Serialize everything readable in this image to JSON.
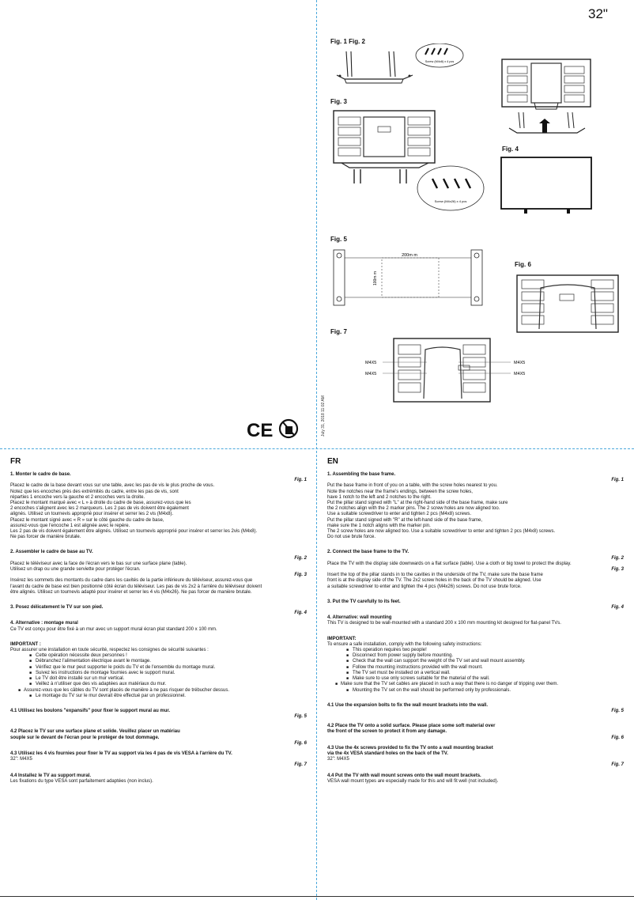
{
  "page_size": "32\"",
  "figures": {
    "fig1": "Fig. 1 Fig. 2",
    "fig3": "Fig. 3",
    "fig4": "Fig. 4",
    "fig5": "Fig. 5",
    "fig6": "Fig. 6",
    "fig7": "Fig. 7",
    "screw_m4x8": "Screw (M4x8) x 4 pcs",
    "screw_m4x26": "Screw (M4x26) x 4 pcs",
    "dim_200": "200m m",
    "dim_100": "100m m",
    "m4x5": "M4X5"
  },
  "date_stamp": "July 31, 2018 11:02 AM",
  "fr": {
    "heading": "FR",
    "s1_title": "1. Monter le cadre de base.",
    "fig1": "Fig. 1",
    "s1_lines": [
      "Placez le cadre de la base devant vous sur une table, avec les pas de vis le plus proche de vous.",
      "Notez que les encoches près des extrémités du cadre, entre les pas de vis, sont",
      "réparties 1 encoche vers la gauche et 2 encoches vers la droite.",
      "Placez le montant marqué avec « L » à droite du cadre de base, assurez-vous que les",
      "2 encoches s'alignent avec les 2 marqueurs. Les 2 pas de vis doivent être également",
      "alignés. Utilisez un tournevis approprié pour insérer et serrer les 2 vis (M4x8).",
      "Placez le montant signé avec « R » sur le côté gauche du cadre de base,",
      "assurez-vous que l'encoche 1 est alignée avec le repère.",
      "Les 2 pas de vis doivent également être alignés. Utilisez un tournevis approprié pour insérer et serrer les 2vis (M4x8).",
      "Ne pas forcer de manière brutale."
    ],
    "s2_title": "2. Assembler le cadre de base au TV.",
    "fig2": "Fig. 2",
    "s2_lines": [
      "Placez le téléviseur avec la face de l'écran vers le bas sur une surface plane (table).",
      "Utilisez un drap ou une grande serviette pour protéger l'écran."
    ],
    "fig3": "Fig. 3",
    "s2b_lines": [
      "Insérez les sommets des montants du cadre dans les cavités de la partie inférieure du téléviseur, assurez-vous que",
      "l'avant du cadre de base est bien positionné côté écran du téléviseur. Les pas de vis 2x2 à l'arrière du téléviseur doivent",
      "être alignés. Utilisez un tournevis adapté pour insérer et serrer les 4 vis (M4x26). Ne pas forcer de manière brutale."
    ],
    "s3_title": "3. Posez délicatement le TV sur son pied.",
    "fig4": "Fig. 4",
    "s4_title": "4. Alternative : montage mural",
    "s4_line": "Ce TV est conçu pour être fixé à un mur avec un support mural écran plat standard 200 x 100 mm.",
    "important": "IMPORTANT :",
    "safety_intro": "Pour assurer une installation en toute sécurité, respectez les consignes de sécurité suivantes :",
    "bullets": [
      "Cette opération nécessite deux personnes !",
      "Débranchez l'alimentation électrique avant le montage.",
      "Vérifiez que le mur peut supporter le poids du TV et de l'ensemble du montage mural.",
      "Suivez les instructions de montage fournies avec le support mural.",
      "Le TV doit être installé sur un mur vertical.",
      "Veillez à n'utiliser que des vis adaptées aux matériaux du mur."
    ],
    "bullet_cables": "Assurez-vous que les câbles du TV sont placés de manière à ne pas risquer de trébucher dessus.",
    "bullet_pro": "Le montage du TV sur le mur devrait être effectué par un professionnel.",
    "s41": "4.1 Utilisez les boulons \"expansifs\" pour fixer le support mural au mur.",
    "fig5": "Fig. 5",
    "s42a": "4.2 Placez le TV sur une surface plane et solide. Veuillez placer un matériau",
    "s42b": "souple sur le devant de l'écran pour le protéger de tout dommage.",
    "fig6": "Fig. 6",
    "s43": "4.3 Utilisez les 4 vis fournies pour fixer le TV au support via les 4 pas de vis VESA à l'arrière du TV.",
    "s43_spec": "32\": M4X5",
    "fig7": "Fig. 7",
    "s44": "4.4 Installez le TV au support mural.",
    "s44_line": "Les fixations du type VESA sont parfaitement adaptées (non inclus)."
  },
  "en": {
    "heading": "EN",
    "s1_title": "1. Assembling the base frame.",
    "fig1": "Fig. 1",
    "s1_lines": [
      "Put the base frame in front of you on a table, with the screw holes nearest to you.",
      "Note the notches near the frame's endings, between the screw holes,",
      "have 1 notch to the left and 2 notches to the right.",
      "Put the pillar stand signed with \"L\" at the right-hand side of the base frame, make sure",
      "the 2 notches align with the 2 marker pins. The 2 screw holes are now aligned too.",
      "Use a suitable screwdriver to enter and tighten 2 pcs (M4x8) screws.",
      "Put the pillar stand signed with \"R\" at the left-hand side of the base frame,",
      "make sure the 1 notch aligns with the marker pin.",
      "The 2 screw holes are now aligned too. Use a suitable screwdriver to enter and tighten 2 pcs (M4x8) screws.",
      "Do not use brute force."
    ],
    "s2_title": "2. Connect the base frame to the TV.",
    "fig2": "Fig. 2",
    "s2_line": "Place the TV with the display side downwards on a flat surface (table). Use a cloth or big towel to protect the display.",
    "fig3": "Fig. 3",
    "s2b_lines": [
      "Insert the top of the pillar stands in to the cavities in the underside of the TV, make sure the base frame",
      "front is at the display side of the TV. The 2x2 screw holes in the back of the TV should be aligned. Use",
      "a suitable screwdriver to enter and tighten the 4 pcs (M4x26) screws. Do not use brute force."
    ],
    "s3_title": "3. Put the TV carefully to its feet.",
    "fig4": "Fig. 4",
    "s4_title": "4. Alternative: wall mounting",
    "s4_line": "This TV is designed to be wall-mounted with a standard 200 x 100 mm mounting kit designed for flat-panel TVs.",
    "important": "IMPORTANT:",
    "safety_intro": "To ensure a safe installation, comply with the following safety instructions:",
    "bullets": [
      "This operation requires two people!",
      "Disconnect from power supply before mounting.",
      "Check that the wall can support the weight of the TV set and wall mount assembly.",
      "Follow the mounting instructions provided with the wall mount.",
      "The TV set must be installed on a vertical wall.",
      "Make sure to use only screws suitable for the material of the wall."
    ],
    "bullet_cables": "Make sure that the TV set cables are placed in such a way that there is no danger of tripping over them.",
    "bullet_pro": "Mounting the TV set on the wall should be performed only by professionals.",
    "s41": "4.1 Use the expansion bolts to fix the wall mount brackets into the wall.",
    "fig5": "Fig. 5",
    "s42a": "4.2 Place the TV onto a solid surface. Please place some soft material over",
    "s42b": "the front of the screen to protect it from any damage.",
    "fig6": "Fig. 6",
    "s43a": "4.3 Use the 4x screws provided to fix the TV onto a wall mounting bracket",
    "s43b": "via the 4x VESA standard holes on the back of the TV.",
    "s43_spec": "32\": M4X5",
    "fig7": "Fig. 7",
    "s44": "4.4 Put the TV with wall mount screws onto the wall mount brackets.",
    "s44_line": "VESA wall mount types are especially made for this and will fit well (not included)."
  }
}
